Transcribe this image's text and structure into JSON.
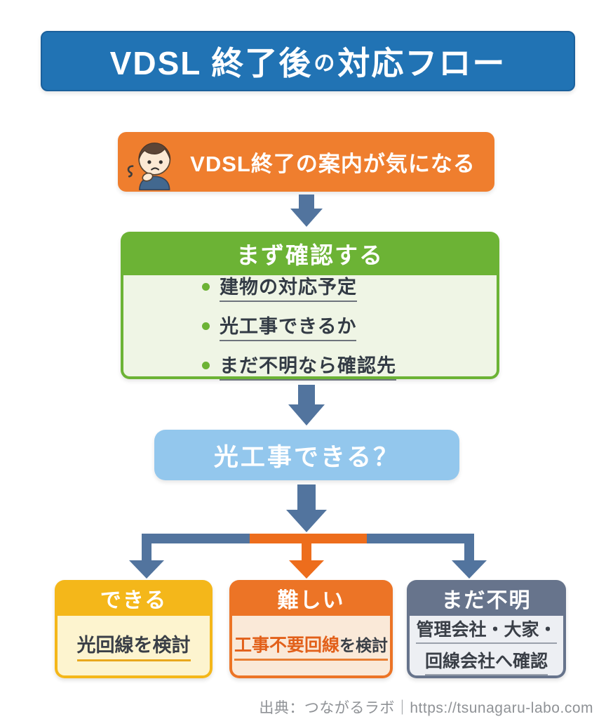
{
  "title": {
    "p1": "VDSL 終了後",
    "p2": "の",
    "p3": "対応フロー"
  },
  "concern": {
    "label": "VDSL終了の案内が気になる",
    "icon": "worried-person-icon"
  },
  "check": {
    "title": "まず確認する",
    "items": [
      "建物の対応予定",
      "光工事できるか",
      "まだ不明なら確認先"
    ]
  },
  "question": {
    "label": "光工事できる？"
  },
  "branches": {
    "yes": {
      "header": "できる",
      "body": "光回線を検討"
    },
    "hard": {
      "header": "難しい",
      "highlight": "工事不要回線",
      "rest": "を検討"
    },
    "unknown": {
      "header": "まだ不明",
      "line1": "管理会社・大家・",
      "line2": "回線会社へ確認"
    }
  },
  "footer": {
    "source": "出典：つながるラボ｜https://tsunagaru-labo.com"
  },
  "colors": {
    "header_blue": "#2173b4",
    "step_orange": "#ef7e2e",
    "arrow_slate": "#52749e",
    "green": "#6cb335",
    "green_light": "#eff5e5",
    "blue_light": "#93c7ed",
    "branch_orange": "#ed6d1c",
    "yellow": "#f4b71a",
    "yellow_light": "#fdf4cf",
    "orange": "#ec7426",
    "orange_light": "#fae9d8",
    "slate": "#67748c",
    "slate_light": "#edeff3"
  }
}
